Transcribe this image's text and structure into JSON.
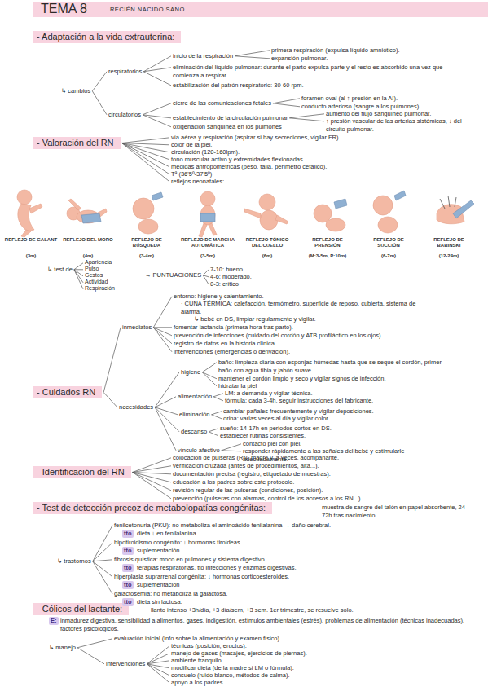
{
  "diagram": {
    "nodes": [
      {
        "text": [
          "TEMA 8",
          "RECIÉN NACIDO SANO"
        ]
      },
      {
        "text": [
          "- Adaptación a la vida extrauterina:"
        ]
      },
      {
        "text": [
          "- Valoración del RN"
        ]
      },
      {
        "text": [
          "- Cuidados RN"
        ]
      },
      {
        "text": [
          "- Identificación del RN"
        ]
      },
      {
        "text": [
          "- Test de detección precoz de metabolopatías congénitas:"
        ]
      },
      {
        "text": [
          "- Cólicos del lactante:"
        ]
      }
    ],
    "labels": [
      "↳ cambios",
      "respiratorios",
      "circulatorios",
      "inicio de la respiración",
      "primera respiración (expulsa líquido amniótico).",
      "expansión pulmonar.",
      "eliminación del líquido pulmonar: durante el parto expulsa parte y el resto es absorbido una vez que comienza a respirar.",
      "estabilización del patrón respiratorio: 30-60 rpm.",
      "cierre de las comunicaciones fetales",
      "foramen oval (al ↑ presión en la AI).",
      "conducto arterioso (sangre a los pulmones).",
      "establecimiento de la circulación pulmonar",
      "oxigenación sanguínea en los pulmones",
      "aumento del flujo sanguíneo pulmonar.",
      "↑ presión vascular de las arterias sistémicas, ↓ del circuito pulmonar.",
      "vía aérea y respiración (aspirar si hay secreciones, vigilar FR).",
      "color de la piel.",
      "circulación (120-160lpm).",
      "tono muscular activo y extremidades flexionadas.",
      "medidas antropométricas (peso, talla, perímetro cefálico).",
      "Tª (36'5º-37'5º)",
      "reflejos neonatales:",
      "REFLEJO DE GALANT",
      "(3m)",
      "REFLEJO DEL MORO",
      "(4m)",
      "REFLEJO DE BÚSQUEDA",
      "(3-4m)",
      "REFLEJO DE MARCHA AUTOMÁTICA",
      "(3-5m)",
      "REFLEJO TÓNICO DEL CUELLO",
      "(6m)",
      "REFLEJO DE PRENSIÓN",
      "(M:3-5m, P:10m)",
      "REFLEJO DE SUCCIÓN",
      "(6-7m)",
      "REFLEJO DE BABINSKI",
      "(12-24m)",
      "↳ test de",
      "Apariencia",
      "Pulso",
      "Gestos",
      "Actividad",
      "Respiración",
      "→ PUNTUACIONES",
      "7-10: bueno.",
      "4-6: moderado.",
      "0-3: crítico",
      "inmediatos",
      "entorno: higiene y calentamiento.",
      "· CUNA TÉRMICA: calefacción, termómetro, superficie de reposo, cubierta, sistema de alarma.",
      "↳ bebé en DS, limpiar regularmente y vigilar.",
      "fomentar lactancia (primera hora tras parto).",
      "prevención de infecciones (cuidado del cordón y ATB profiláctico en los ojos).",
      "registro de datos en la historia clínica.",
      "intervenciones (emergencias o derivación).",
      "necesidades",
      "higiene",
      "baño: limpieza diaria con esponjas húmedas hasta que se seque el cordón, primer baño con agua tibia y jabón suave.",
      "mantener el cordón limpio y seco y vigilar signos de infección.",
      "hidratar la piel",
      "alimentación",
      "LM: a demanda y vigilar técnica.",
      "fórmula: cada 3-4h, seguir instrucciones del fabricante.",
      "eliminación",
      "cambiar pañales frecuentemente y vigilar deposiciones.",
      "orina: varias veces al día y vigilar color.",
      "descanso",
      "sueño: 14-17h en periodos cortos en DS.",
      "establecer rutinas consistentes.",
      "vínculo afectivo",
      "contacto piel con piel.",
      "responder rápidamente a las señales del bebé y estimularle adecuadamente.",
      "colocación de pulseras (RN, madre y, a veces, acompañante.",
      "verificación cruzada (antes de procedimientos, alta...).",
      "documentación precisa (registro, etiquetado de muestras).",
      "educación a los padres sobre este protocolo.",
      "revisión regular de las pulseras (condiciones, posición).",
      "prevención (pulseras con alarmas, control de los accesos a los RN...).",
      "muestra de sangre del talón en papel absorbente, 24-72h tras nacimiento.",
      "↳ trastornos",
      "fenilcetonuria (PKU): no metaboliza el aminoácido fenilalanina → daño cerebral.",
      "tto",
      "dieta ↓ en fenilalanina.",
      "hipotiroidismo congénito: ↓ hormonas tiroideas.",
      "tto",
      "suplementación",
      "fibrosis quística: moco en pulmones y sistema digestivo.",
      "tto",
      "terapias respiratorias, tto infecciones y enzimas digestivas.",
      "hiperplasia suprarrenal congénita: ↓ hormonas corticoesteroides.",
      "tto",
      "suplementación",
      "galactosemia: no metaboliza la galactosa.",
      "tto",
      "dieta sin lactosa.",
      "llanto intenso +3h/día, +3 día/sem, +3 sem. 1er trimestre, se resuelve solo.",
      "E:",
      "inmadurez digestiva, sensibilidad a alimentos, gases, indigestión, estímulos ambientales (estrés), problemas de alimentación (técnicas inadecuadas), factores psicológicos.",
      "↳ manejo",
      "evaluación inicial (info sobre la alimentación y examen físico).",
      "intervenciones",
      "técnicas (posición, eructos).",
      "manejo de gases (masajes, ejercicios de piernas).",
      "ambiente tranquilo.",
      "modificar dieta (de la madre si LM o fórmula).",
      "consuelo (ruido blanco, métodos de calma).",
      "apoyo a los padres."
    ]
  }
}
